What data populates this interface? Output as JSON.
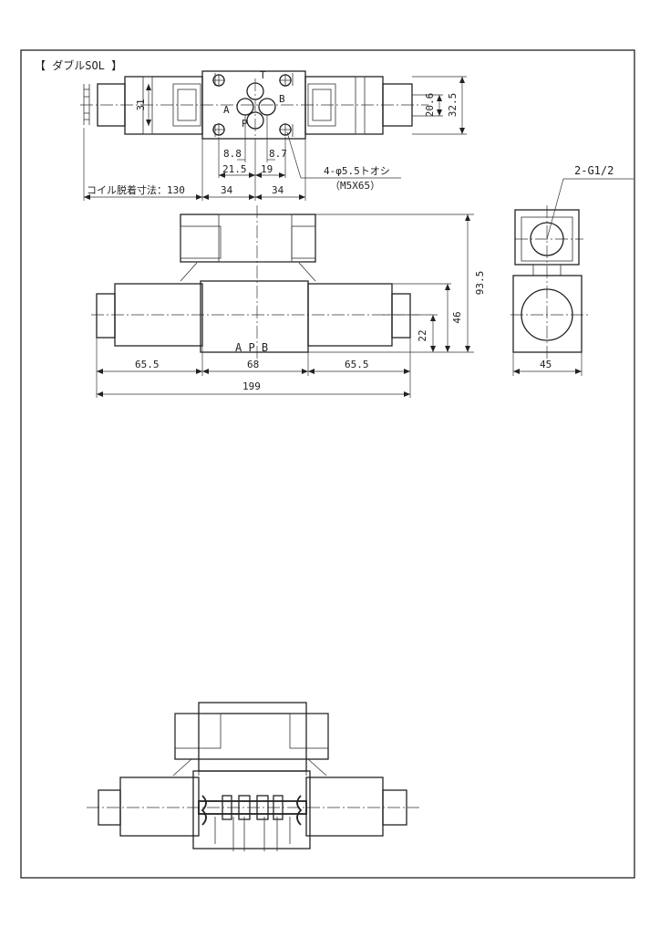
{
  "title": "【 ダブルSOL 】",
  "top_view": {
    "ports": {
      "t": "T",
      "a": "A",
      "b": "B",
      "p": "P"
    },
    "dims": {
      "d31": "31",
      "d20_6": "20.6",
      "d32_5": "32.5",
      "d8_8": "8.8",
      "d8_7": "8.7",
      "d21_5": "21.5",
      "d19": "19",
      "coil": "コイル脱着寸法：130",
      "d34a": "34",
      "d34b": "34"
    },
    "hole_note": [
      "4-φ5.5トオシ",
      "（M5X65）"
    ]
  },
  "side_view": {
    "connection": "2-G1/2",
    "d45": "45"
  },
  "front_view": {
    "ports_label": "A P B",
    "dims": {
      "d93_5": "93.5",
      "d46": "46",
      "d22": "22",
      "d65_5a": "65.5",
      "d68": "68",
      "d65_5b": "65.5",
      "d199": "199"
    }
  }
}
